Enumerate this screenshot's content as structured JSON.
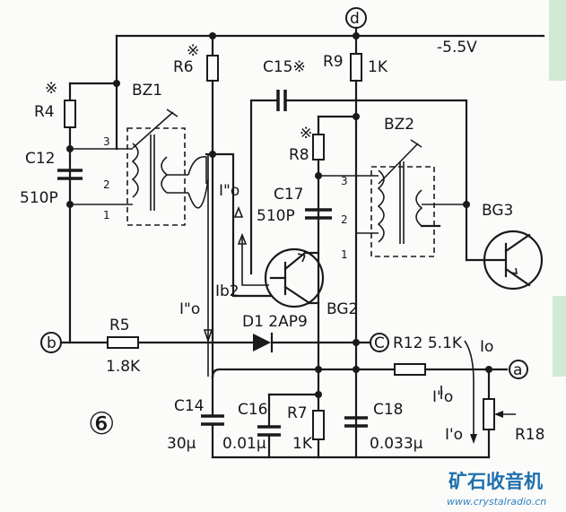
{
  "labels": {
    "d_node": "d",
    "supply": "-5.5V",
    "r9": "R9",
    "r9_val": "1K",
    "c15": "C15※",
    "r6": "R6",
    "r6_mark": "※",
    "bz1": "BZ1",
    "r4": "R4",
    "r4_mark": "※",
    "c12": "C12",
    "c12_val": "510P",
    "r8": "R8",
    "r8_mark": "※",
    "bz2": "BZ2",
    "c17": "C17",
    "c17_val": "510P",
    "bg3": "BG3",
    "bg2": "BG2",
    "ib2": "Ib2",
    "io_pp": "I\"o",
    "r5": "R5",
    "r5_val": "1.8K",
    "b_node": "b",
    "d1": "D1 2AP9",
    "c_node": "C",
    "r12": "R12 5.1K",
    "io": "Io",
    "a_node": "a",
    "c14": "C14",
    "c14_val": "30μ",
    "c16": "C16",
    "c16_val": "0.01μ",
    "r7": "R7",
    "r7_val": "1K",
    "c18": "C18",
    "c18_val": "0.033μ",
    "io_p": "I'o",
    "r18": "R18",
    "fig_no": "⑥",
    "pin3a": "3",
    "pin2a": "2",
    "pin1a": "1",
    "pin3b": "3",
    "pin2b": "2",
    "pin1b": "1",
    "watermark_cn": "矿石收音机",
    "watermark_url": "www.crystalradio.cn"
  },
  "colors": {
    "ink": "#1a1a1a",
    "watermark": "#1f6fae"
  }
}
